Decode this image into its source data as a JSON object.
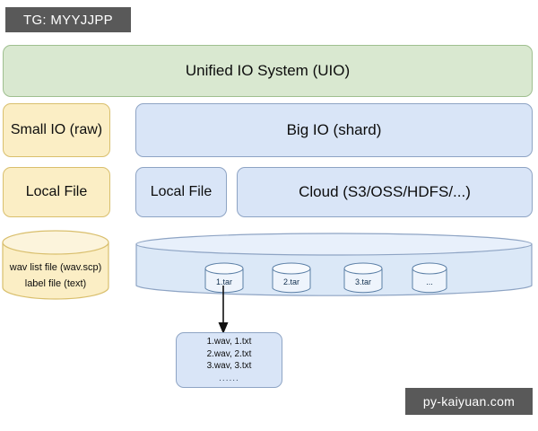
{
  "watermarks": {
    "tg_tag": "TG: MYYJJPP",
    "site": "py-kaiyuan.com"
  },
  "colors": {
    "green_fill": "#d9e8d0",
    "green_stroke": "#9fbf8f",
    "yellow_fill": "#fbeec5",
    "yellow_stroke": "#d9bf6d",
    "blue_fill": "#d9e5f7",
    "blue_stroke": "#8ea4c4",
    "chip_bg": "#595959",
    "arrow": "#111111"
  },
  "diagram": {
    "top_layer": {
      "label": "Unified IO System (UIO)"
    },
    "row_io": {
      "left": {
        "label": "Small IO (raw)"
      },
      "right": {
        "label": "Big IO (shard)"
      }
    },
    "row_storage": {
      "left": {
        "label": "Local File"
      },
      "middle": {
        "label": "Local File"
      },
      "right": {
        "label": "Cloud (S3/OSS/HDFS/...)"
      }
    },
    "raw_store": {
      "line1": "wav list file (wav.scp)",
      "line2": "label file (text)"
    },
    "shard_store": {
      "shards": [
        "1.tar",
        "2.tar",
        "3.tar",
        "..."
      ]
    },
    "shard_contents": {
      "rows": [
        "1.wav, 1.txt",
        "2.wav, 2.txt",
        "3.wav, 3.txt"
      ],
      "ellipsis": "......"
    }
  }
}
